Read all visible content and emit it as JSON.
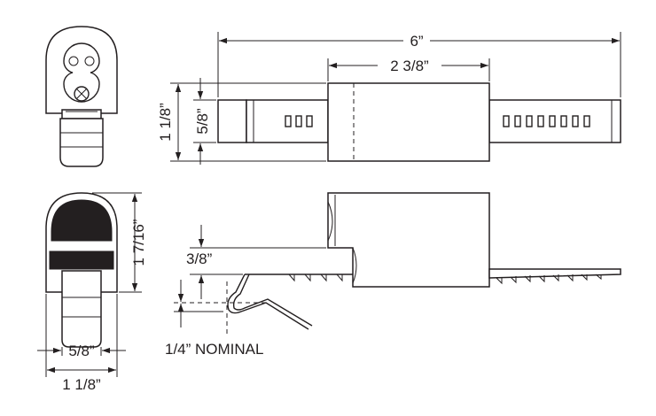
{
  "colors": {
    "ink": "#231f20",
    "background": "#ffffff"
  },
  "dimensions": {
    "overall_length": "6”",
    "barrel_length": "2 3/8”",
    "height": "1 1/8”",
    "strap_width": "5/8”",
    "cap_height": "1 7/16”",
    "strap_offset": "3/8”",
    "hook_gap": "1/4” NOMINAL",
    "front_strap_width": "5/8”",
    "front_body_width": "1 1/8”"
  }
}
